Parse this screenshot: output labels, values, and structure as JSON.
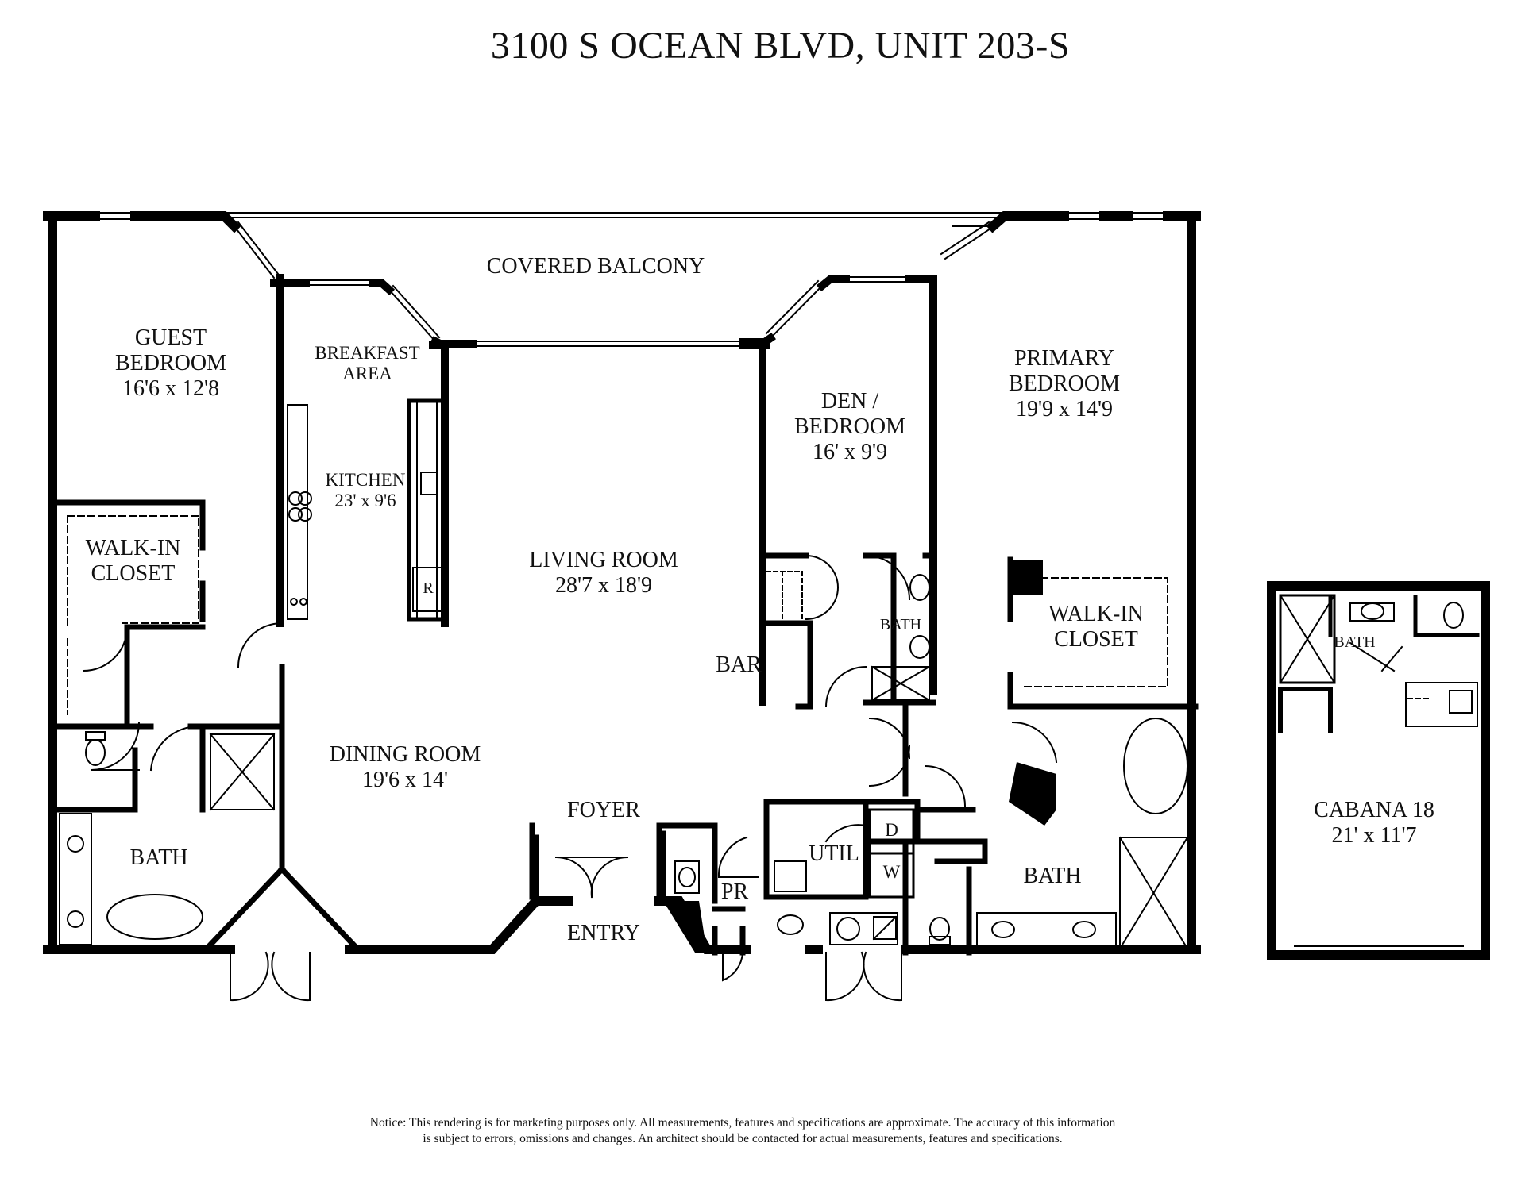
{
  "title": "3100 S OCEAN BLVD, UNIT 203-S",
  "rooms": {
    "covered_balcony": "COVERED BALCONY",
    "guest_bedroom": {
      "name_1": "GUEST",
      "name_2": "BEDROOM",
      "dims": "16'6 x 12'8"
    },
    "breakfast_area": {
      "name_1": "BREAKFAST",
      "name_2": "AREA"
    },
    "kitchen": {
      "name": "KITCHEN",
      "dims": "23' x 9'6"
    },
    "refrigerator": "R",
    "living_room": {
      "name": "LIVING ROOM",
      "dims": "28'7 x 18'9"
    },
    "den_bedroom": {
      "name_1": "DEN /",
      "name_2": "BEDROOM",
      "dims": "16' x 9'9"
    },
    "primary_bedroom": {
      "name_1": "PRIMARY",
      "name_2": "BEDROOM",
      "dims": "19'9 x 14'9"
    },
    "walk_in_closet_left": {
      "name_1": "WALK-IN",
      "name_2": "CLOSET"
    },
    "walk_in_closet_right": {
      "name_1": "WALK-IN",
      "name_2": "CLOSET"
    },
    "bar": "BAR",
    "den_bath": "BATH",
    "dining_room": {
      "name": "DINING ROOM",
      "dims": "19'6 x 14'"
    },
    "foyer": "FOYER",
    "entry": "ENTRY",
    "powder_room": "PR",
    "utility": "UTIL",
    "dryer": "D",
    "washer": "W",
    "guest_bath": "BATH",
    "primary_bath": "BATH",
    "cabana_bath": "BATH",
    "cabana": {
      "name": "CABANA 18",
      "dims": "21' x 11'7"
    }
  },
  "notice": {
    "line_1": "Notice: This rendering is for marketing purposes only. All measurements, features and specifications are approximate. The accuracy of this information",
    "line_2": "is subject to errors, omissions and changes. An architect should be contacted for actual measurements, features and specifications."
  }
}
